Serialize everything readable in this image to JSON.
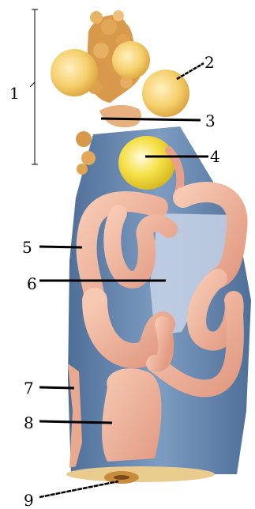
{
  "diagram": {
    "labels": [
      {
        "id": "1",
        "text": "1"
      },
      {
        "id": "2",
        "text": "2"
      },
      {
        "id": "3",
        "text": "3"
      },
      {
        "id": "4",
        "text": "4"
      },
      {
        "id": "5",
        "text": "5"
      },
      {
        "id": "6",
        "text": "6"
      },
      {
        "id": "7",
        "text": "7"
      },
      {
        "id": "8",
        "text": "8"
      },
      {
        "id": "9",
        "text": "9"
      }
    ],
    "colors": {
      "background": "#ffffff",
      "peritoneum": "#5d7fa8",
      "intestine": "#f0b39a",
      "yolk": "#f2d23a",
      "ovary_follicle": "#f6d36c",
      "mesentery": "#c9d4e8"
    }
  }
}
